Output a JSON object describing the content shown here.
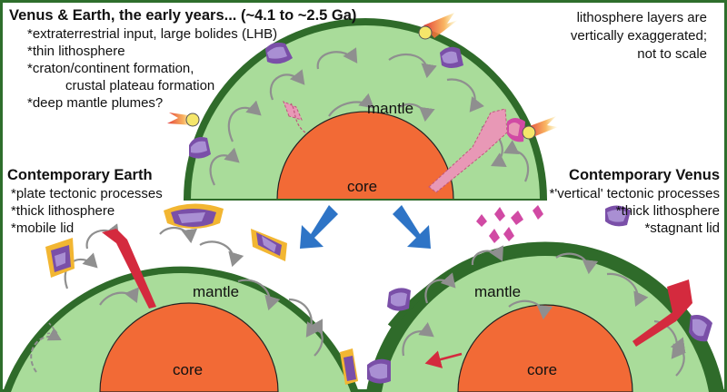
{
  "early": {
    "title": "Venus & Earth, the early years... (~4.1 to ~2.5 Ga)",
    "bullets": [
      "*extraterrestrial input, large bolides (LHB)",
      "*thin lithosphere",
      "*craton/continent formation,",
      "crustal plateau formation",
      "*deep mantle plumes?"
    ],
    "mantle_label": "mantle",
    "core_label": "core"
  },
  "note": {
    "line1": "lithosphere layers are",
    "line2": "vertically exaggerated;",
    "line3": "not to scale"
  },
  "earth": {
    "title": "Contemporary Earth",
    "bullets": [
      "*plate tectonic processes",
      "*thick lithosphere",
      "*mobile lid"
    ],
    "mantle_label": "mantle",
    "core_label": "core"
  },
  "venus": {
    "title": "Contemporary Venus",
    "bullets": [
      "*'vertical' tectonic processes",
      "*thick lithosphere",
      "*stagnant lid"
    ],
    "mantle_label": "mantle",
    "core_label": "core"
  },
  "colors": {
    "frame": "#2e6e2c",
    "lithosphere": "#2f6b2a",
    "mantle": "#a9dc9a",
    "core": "#f26a36",
    "craton": "#7a4fa8",
    "craton_light": "#a98fd3",
    "crust_yellow": "#f2b632",
    "plume_pink": "#e898b6",
    "plume_red": "#d42a3e",
    "arrow_blue": "#2e74c6",
    "flow_gray": "#8f8f8f"
  }
}
